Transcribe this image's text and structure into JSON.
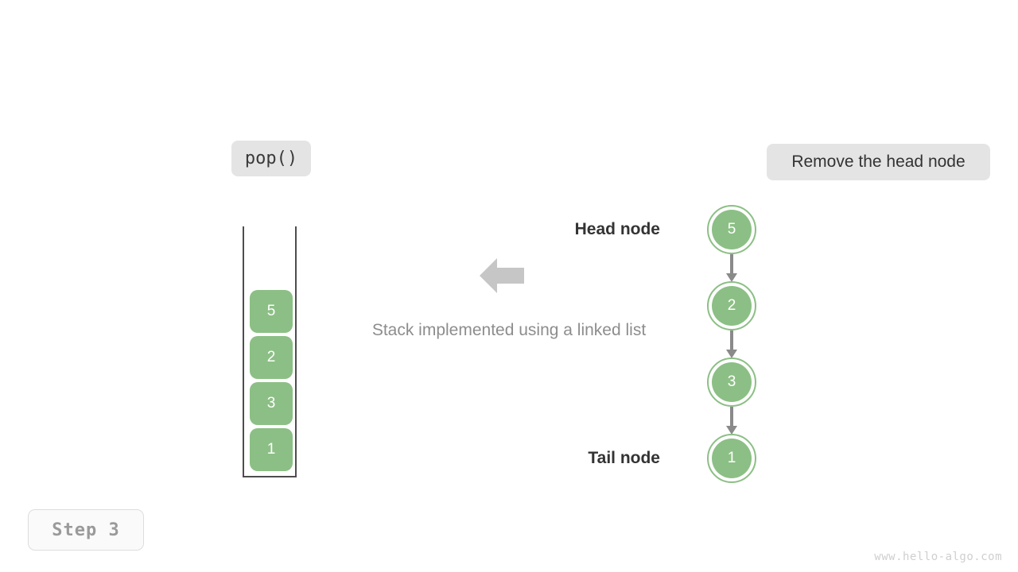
{
  "scene": {
    "operation_label": "pop()",
    "action_label": "Remove the head node",
    "caption": "Stack implemented using a linked list",
    "step_label": "Step 3",
    "watermark": "www.hello-algo.com",
    "convert_arrow_icon": "left-arrow-icon"
  },
  "colors": {
    "node_green": "#8cbf85",
    "chip_gray": "#e4e4e4",
    "arrow_gray": "#8a8a8a",
    "caption_gray": "#8d8d8d",
    "border_dark": "#4d4d4d",
    "watermark_gray": "#cfcfcf"
  },
  "stack": {
    "title": "stack-visual",
    "cells": [
      {
        "value": "5"
      },
      {
        "value": "2"
      },
      {
        "value": "3"
      },
      {
        "value": "1"
      }
    ]
  },
  "linked_list": {
    "head_label": "Head node",
    "tail_label": "Tail node",
    "nodes": [
      {
        "value": "5",
        "role": "head"
      },
      {
        "value": "2",
        "role": "middle"
      },
      {
        "value": "3",
        "role": "middle"
      },
      {
        "value": "1",
        "role": "tail"
      }
    ]
  }
}
